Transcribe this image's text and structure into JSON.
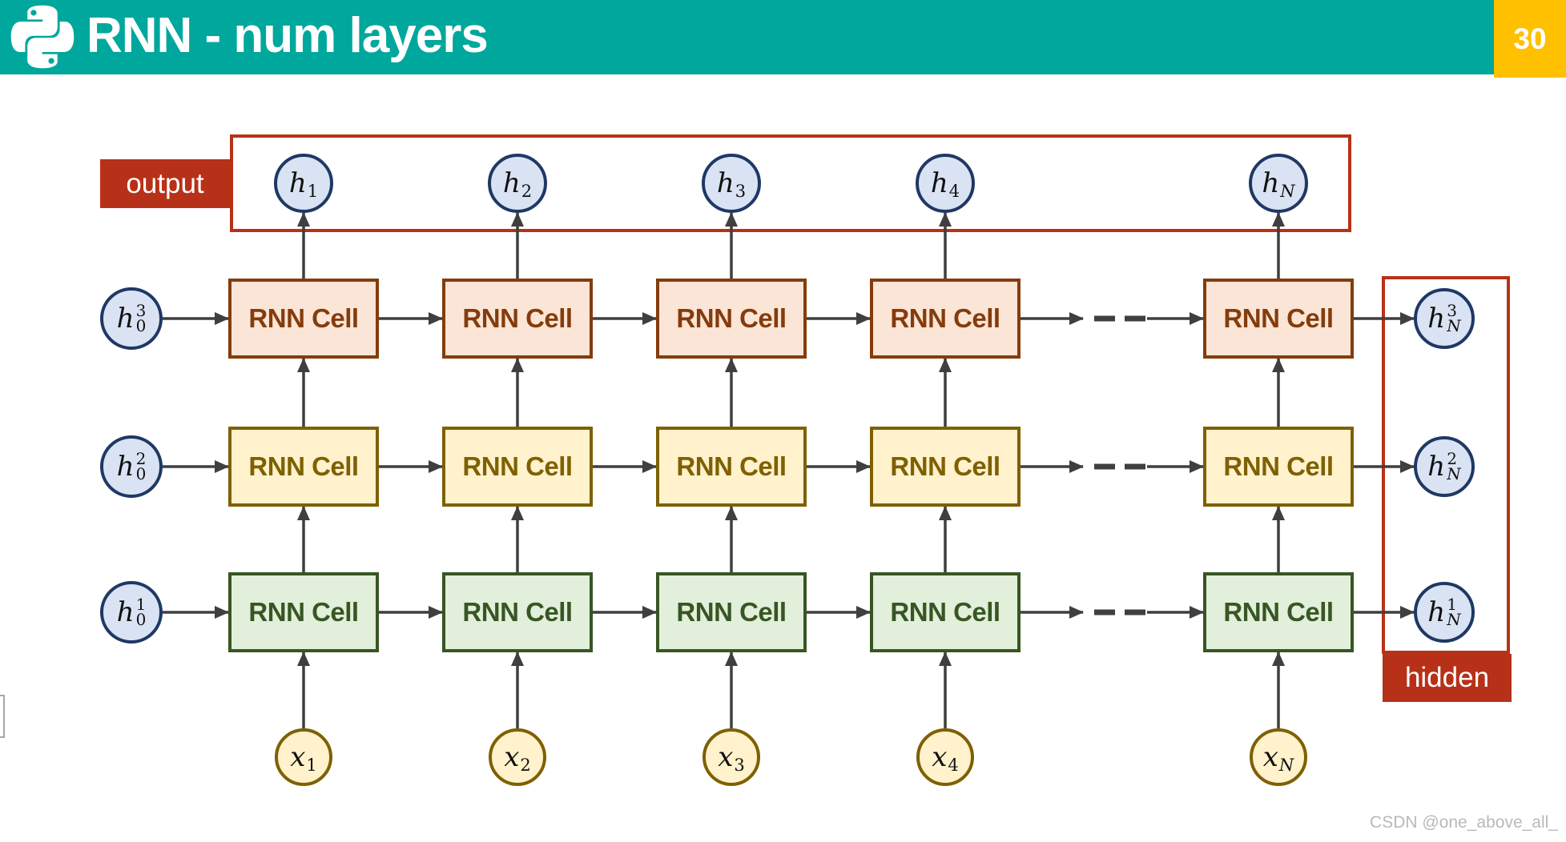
{
  "header": {
    "title": "RNN - num layers",
    "page_number": "30"
  },
  "badges": {
    "output": "output",
    "hidden": "hidden"
  },
  "watermark": "CSDN @one_above_all_",
  "diagram": {
    "type": "rnn-multilayer-unrolled",
    "cell_label": "RNN Cell",
    "num_layers": 3,
    "timesteps": [
      "1",
      "2",
      "3",
      "4",
      "N"
    ],
    "top_nodes": [
      {
        "base": "h",
        "sub": "1"
      },
      {
        "base": "h",
        "sub": "2"
      },
      {
        "base": "h",
        "sub": "3"
      },
      {
        "base": "h",
        "sub": "4"
      },
      {
        "base": "h",
        "sub": "N"
      }
    ],
    "left_nodes": [
      {
        "base": "h",
        "sub": "0",
        "sup": "3"
      },
      {
        "base": "h",
        "sub": "0",
        "sup": "2"
      },
      {
        "base": "h",
        "sub": "0",
        "sup": "1"
      }
    ],
    "right_nodes": [
      {
        "base": "h",
        "sub": "N",
        "sup": "3"
      },
      {
        "base": "h",
        "sub": "N",
        "sup": "2"
      },
      {
        "base": "h",
        "sub": "N",
        "sup": "1"
      }
    ],
    "bottom_nodes": [
      {
        "base": "x",
        "sub": "1"
      },
      {
        "base": "x",
        "sub": "2"
      },
      {
        "base": "x",
        "sub": "3"
      },
      {
        "base": "x",
        "sub": "4"
      },
      {
        "base": "x",
        "sub": "N"
      }
    ],
    "row_themes": [
      {
        "layer": 3,
        "fill": "#fbe5d6",
        "border": "#843c0c",
        "text": "#843c0c"
      },
      {
        "layer": 2,
        "fill": "#fff2cc",
        "border": "#7f6000",
        "text": "#7f6000"
      },
      {
        "layer": 1,
        "fill": "#e2efda",
        "border": "#375623",
        "text": "#375623"
      }
    ],
    "colors": {
      "header_teal": "#00a79c",
      "page_gold": "#ffc000",
      "accent_red": "#b73118",
      "node_fill": "#dae3f3",
      "node_border": "#1f3864",
      "input_fill": "#fff2cc",
      "input_border": "#7f6000",
      "arrow": "#3f3f3f"
    }
  }
}
